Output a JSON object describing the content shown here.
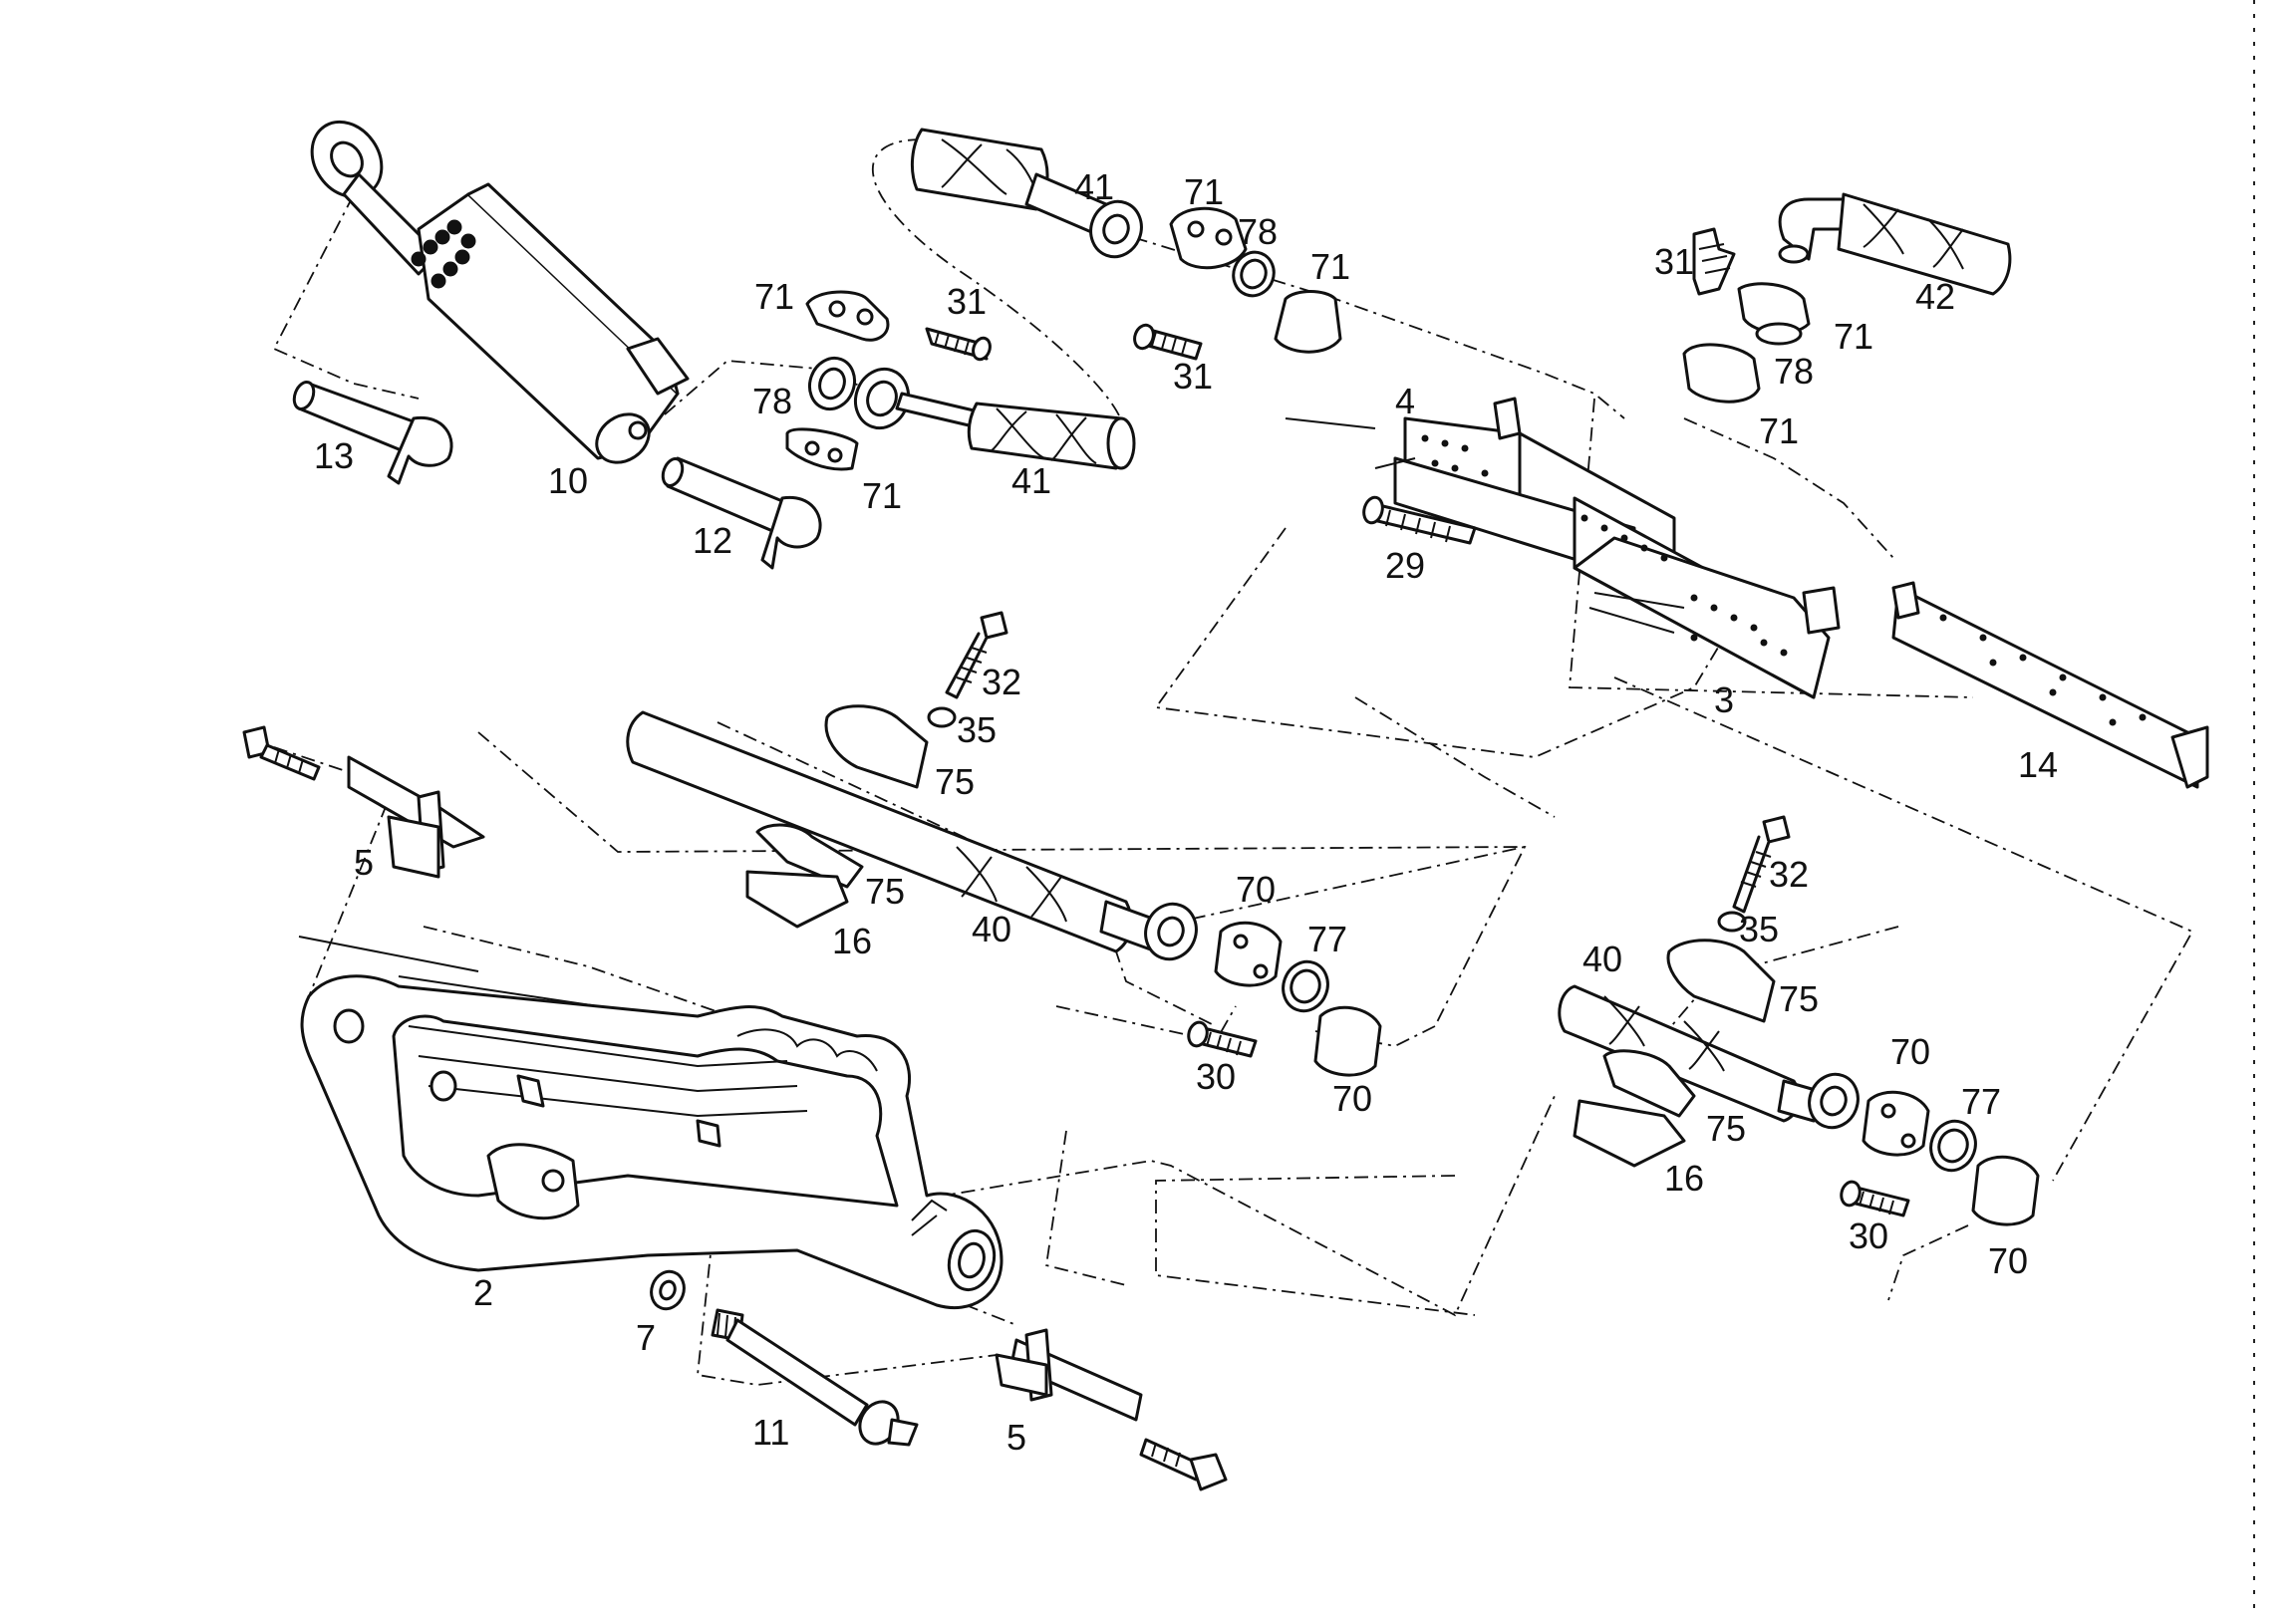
{
  "labels": {
    "l_13": "13",
    "l_10": "10",
    "l_12": "12",
    "l_41a": "41",
    "l_41b": "41",
    "l_71a": "71",
    "l_71b": "71",
    "l_71c": "71",
    "l_71d": "71",
    "l_71e": "71",
    "l_71f": "71",
    "l_78a": "78",
    "l_78b": "78",
    "l_78c": "78",
    "l_31a": "31",
    "l_31b": "31",
    "l_31c": "31",
    "l_42": "42",
    "l_4": "4",
    "l_29": "29",
    "l_3": "3",
    "l_14": "14",
    "l_32a": "32",
    "l_35a": "35",
    "l_75a": "75",
    "l_75b": "75",
    "l_16a": "16",
    "l_40a": "40",
    "l_70a": "70",
    "l_77a": "77",
    "l_30a": "30",
    "l_70b": "70",
    "l_5a": "5",
    "l_2": "2",
    "l_7": "7",
    "l_11": "11",
    "l_5b": "5",
    "l_32b": "32",
    "l_35b": "35",
    "l_40b": "40",
    "l_75c": "75",
    "l_75d": "75",
    "l_70c": "70",
    "l_77b": "77",
    "l_16b": "16",
    "l_30b": "30",
    "l_70d": "70"
  }
}
